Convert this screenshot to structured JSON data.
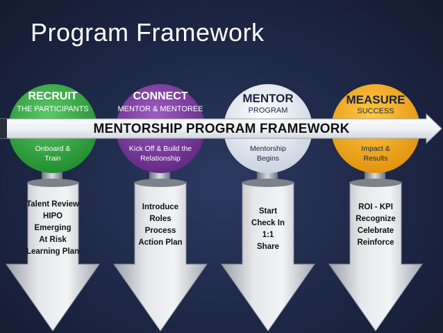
{
  "title": "Program Framework",
  "banner": "MENTORSHIP PROGRAM FRAMEWORK",
  "colors": {
    "recruit": "#2e9e3a",
    "connect": "#7b3a9e",
    "mentor": "#e8ecf4",
    "measure": "#f2a818",
    "arrow": "#c9cdd3",
    "banner": "#eef1f6"
  },
  "stages": [
    {
      "heading": "RECRUIT",
      "sub": "THE PARTICIPANTS",
      "circle_lines": [
        "Onboard &",
        "Train"
      ],
      "arrow_lines": [
        "Talent Review",
        "HIPO",
        "Emerging",
        "At Risk",
        "Learning Plan"
      ]
    },
    {
      "heading": "CONNECT",
      "sub": "MENTOR & MENTOREE",
      "circle_lines": [
        "Kick Off & Build the",
        "Relationship"
      ],
      "arrow_lines": [
        "Introduce",
        "Roles",
        "Process",
        "Action Plan"
      ]
    },
    {
      "heading": "MENTOR",
      "sub": "PROGRAM",
      "circle_lines": [
        "Mentorship",
        "Begins"
      ],
      "arrow_lines": [
        "Start",
        "Check In",
        "1:1",
        "Share"
      ]
    },
    {
      "heading": "MEASURE",
      "sub": "SUCCESS",
      "circle_lines": [
        "Impact &",
        "Results"
      ],
      "arrow_lines": [
        "ROI - KPI",
        "Recognize",
        "Celebrate",
        "Reinforce"
      ]
    }
  ]
}
